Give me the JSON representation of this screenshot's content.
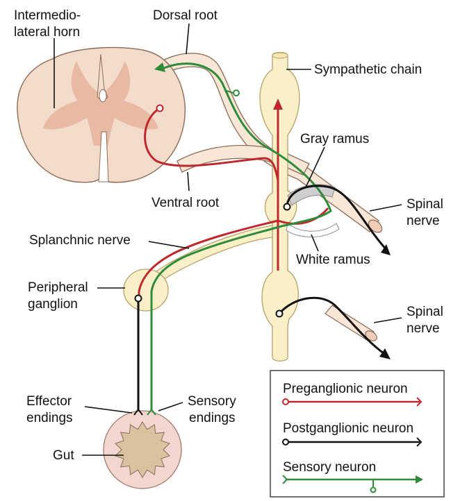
{
  "labels": {
    "intermediolateral_1": "Intermedio-",
    "intermediolateral_2": "lateral horn",
    "dorsal_root": "Dorsal root",
    "sympathetic_chain": "Sympathetic chain",
    "gray_ramus": "Gray ramus",
    "ventral_root": "Ventral root",
    "spinal_nerve_upper_1": "Spinal",
    "spinal_nerve_upper_2": "nerve",
    "splanchnic_nerve": "Splanchnic nerve",
    "white_ramus": "White ramus",
    "peripheral_ganglion_1": "Peripheral",
    "peripheral_ganglion_2": "ganglion",
    "spinal_nerve_lower_1": "Spinal",
    "spinal_nerve_lower_2": "nerve",
    "effector_endings_1": "Effector",
    "effector_endings_2": "endings",
    "sensory_endings_1": "Sensory",
    "sensory_endings_2": "endings",
    "gut": "Gut"
  },
  "legend": {
    "preganglionic": "Preganglionic neuron",
    "postganglionic": "Postganglionic neuron",
    "sensory": "Sensory neuron"
  },
  "colors": {
    "preganglionic": "#c0272d",
    "postganglionic": "#1a1a1a",
    "sensory": "#2e8b3a",
    "cord_fill": "#f4dccd",
    "gray_matter": "#e8b9a3",
    "nerve_fill": "#f8e6d6",
    "chain_fill": "#faf0c8",
    "gut_outer": "#f3d6d0",
    "gut_inner": "#d9c2a0"
  }
}
